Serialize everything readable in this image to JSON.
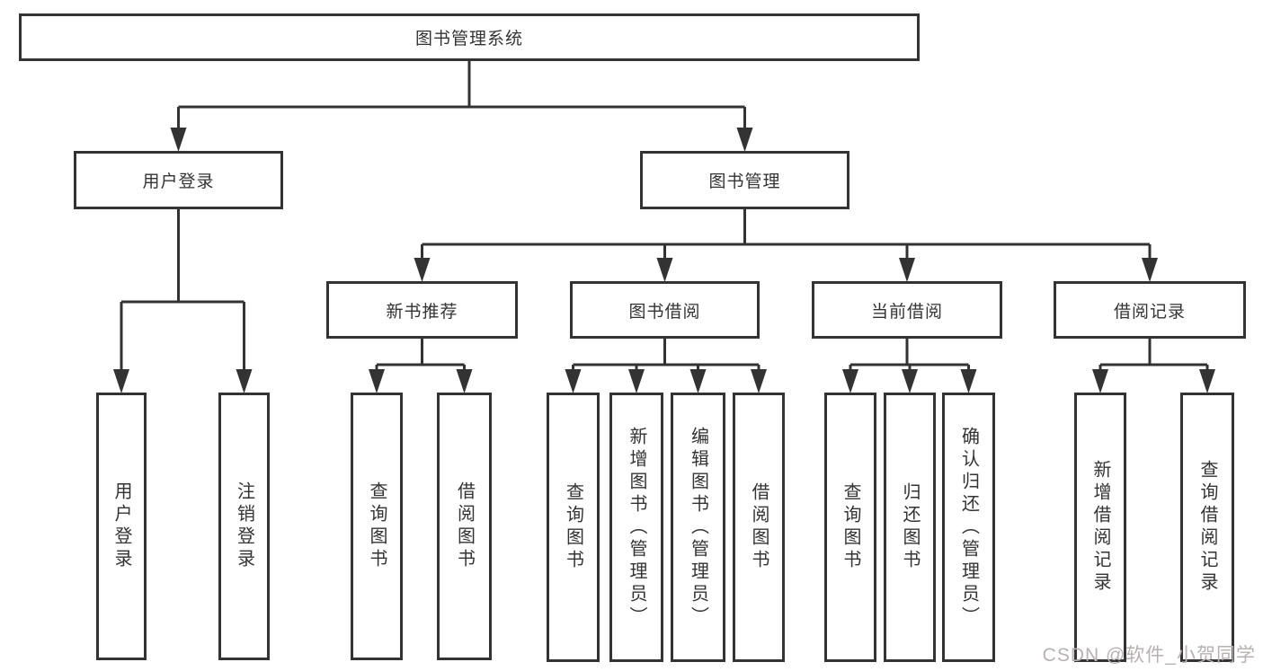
{
  "diagram": {
    "title": "图书管理系统",
    "line_color": "#333333",
    "text_color": "#333333",
    "nodes": [
      {
        "id": "root",
        "label": "图书管理系统",
        "parent": null
      },
      {
        "id": "user-login",
        "label": "用户登录",
        "parent": "root"
      },
      {
        "id": "book-mgmt",
        "label": "图书管理",
        "parent": "root"
      },
      {
        "id": "ul-login",
        "label": "用户登录",
        "parent": "user-login"
      },
      {
        "id": "ul-logout",
        "label": "注销登录",
        "parent": "user-login"
      },
      {
        "id": "new-book-rec",
        "label": "新书推荐",
        "parent": "book-mgmt"
      },
      {
        "id": "book-borrow",
        "label": "图书借阅",
        "parent": "book-mgmt"
      },
      {
        "id": "current-borrow",
        "label": "当前借阅",
        "parent": "book-mgmt"
      },
      {
        "id": "borrow-records",
        "label": "借阅记录",
        "parent": "book-mgmt"
      },
      {
        "id": "nbr-query",
        "label": "查询图书",
        "parent": "new-book-rec"
      },
      {
        "id": "nbr-borrow",
        "label": "借阅图书",
        "parent": "new-book-rec"
      },
      {
        "id": "bb-query",
        "label": "查询图书",
        "parent": "book-borrow"
      },
      {
        "id": "bb-add",
        "label": "新增图书（管理员）",
        "parent": "book-borrow"
      },
      {
        "id": "bb-edit",
        "label": "编辑图书（管理员）",
        "parent": "book-borrow"
      },
      {
        "id": "bb-borrow",
        "label": "借阅图书",
        "parent": "book-borrow"
      },
      {
        "id": "cb-query",
        "label": "查询图书",
        "parent": "current-borrow"
      },
      {
        "id": "cb-return",
        "label": "归还图书",
        "parent": "current-borrow"
      },
      {
        "id": "cb-confirm",
        "label": "确认归还（管理员）",
        "parent": "current-borrow"
      },
      {
        "id": "br-add",
        "label": "新增借阅记录",
        "parent": "borrow-records"
      },
      {
        "id": "br-query",
        "label": "查询借阅记录",
        "parent": "borrow-records"
      }
    ]
  },
  "watermark": {
    "text": "CSDN @软件_小贺同学",
    "color": "#b7b2b1"
  }
}
